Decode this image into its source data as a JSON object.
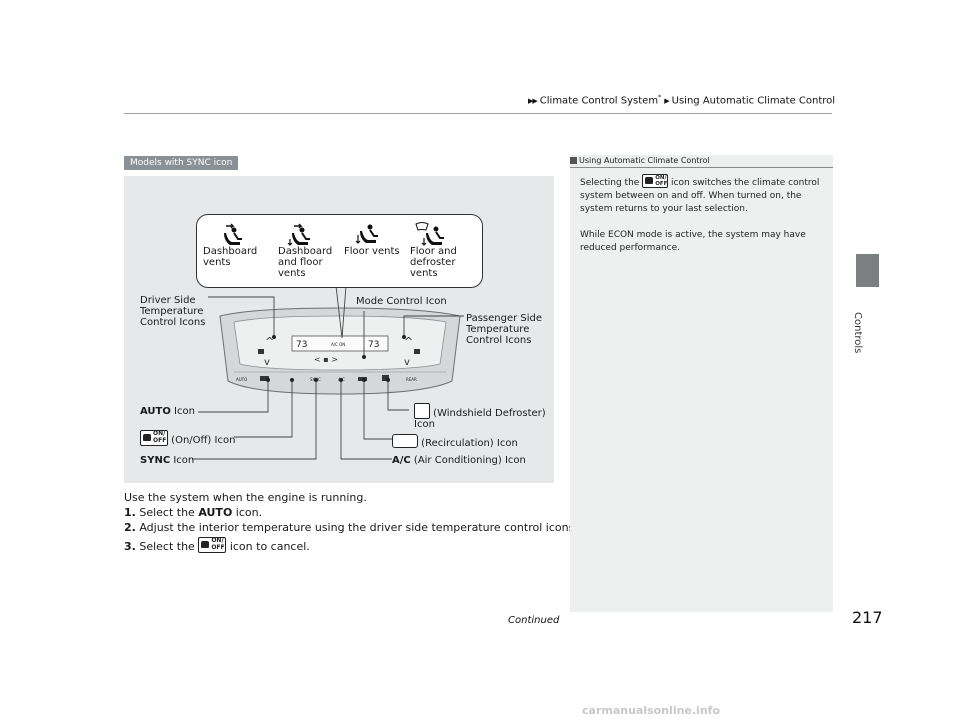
{
  "breadcrumb": {
    "part1": "Climate Control System",
    "marker": "*",
    "part2": "Using Automatic Climate Control"
  },
  "side_tab": {
    "label": "Controls"
  },
  "figure": {
    "tag": "Models with SYNC icon",
    "popup_labels": {
      "dashboard": "Dashboard\nvents",
      "dashboard_floor": "Dashboard\nand floor\nvents",
      "floor": "Floor vents",
      "floor_defrost": "Floor and\ndefroster\nvents"
    },
    "callouts": {
      "driver": "Driver Side\nTemperature\nControl Icons",
      "mode": "Mode Control Icon",
      "passenger": "Passenger Side\nTemperature\nControl Icons",
      "auto_bold": "AUTO",
      "auto_rest": " Icon",
      "onoff": " (On/Off) Icon",
      "sync_bold": "SYNC",
      "sync_rest": " Icon",
      "defrost_1": " (Windshield Defroster)",
      "defrost_2": "Icon",
      "recirc": " (Recirculation) Icon",
      "ac_bold": "A/C",
      "ac_rest": " (Air Conditioning) Icon"
    },
    "panel": {
      "left_temp": "73",
      "right_temp": "73",
      "ac_on": "A/C ON",
      "buttons": [
        "AUTO",
        "SYNC",
        "A/C",
        "REAR"
      ]
    }
  },
  "instructions": {
    "intro": "Use the system when the engine is running.",
    "step1_num": "1.",
    "step1_a": "Select the ",
    "step1_bold": "AUTO",
    "step1_b": " icon.",
    "step2_num": "2.",
    "step2": "Adjust the interior temperature using the driver side temperature control icons.",
    "step3_num": "3.",
    "step3_a": "Select the ",
    "step3_b": " icon to cancel."
  },
  "note": {
    "heading": "Using Automatic Climate Control",
    "p1_a": "Selecting the ",
    "p1_b": " icon switches the climate control",
    "p1_c": "system between on and off. When turned on, the",
    "p1_d": "system returns to your last selection.",
    "p2_a": "While ECON mode is active, the system may have",
    "p2_b": "reduced performance."
  },
  "onoff_icon": {
    "line1": "ON/",
    "line2": "OFF"
  },
  "footer": {
    "continued": "Continued",
    "page": "217",
    "watermark": "carmanualsonline.info"
  }
}
